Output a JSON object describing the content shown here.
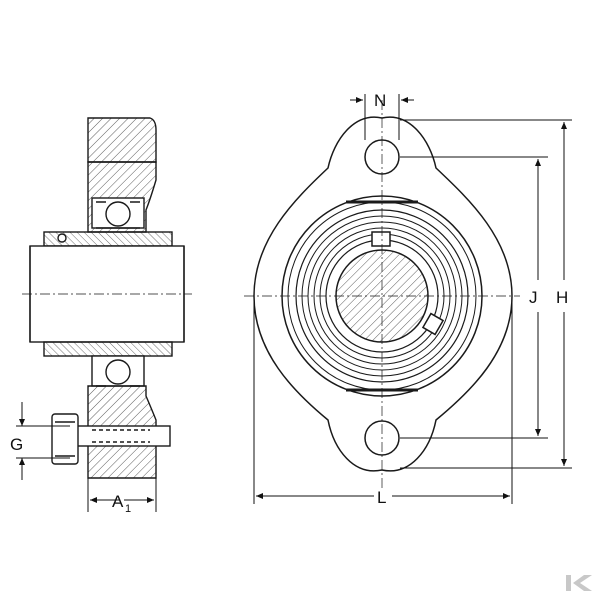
{
  "labels": {
    "n": "N",
    "j": "J",
    "h": "H",
    "l": "L",
    "g": "G",
    "a": "A",
    "a_sub": "1"
  },
  "colors": {
    "line": "#1a1a1a",
    "hatch": "#333333",
    "logo": "#c8c8c8"
  },
  "logo": {
    "glyph": "K",
    "icon": "brand-logo-icon"
  }
}
